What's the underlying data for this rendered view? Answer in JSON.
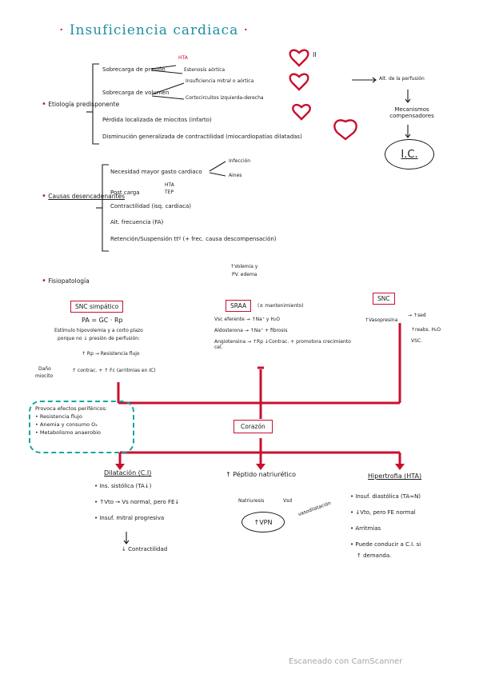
{
  "title": "Insuficiencia cardiaca",
  "etiologia": {
    "label": "Etiología predisponente",
    "items": [
      "Sobrecarga de presión",
      "Sobrecarga de volumen",
      "Pérdida localizada de miocitos (infarto)",
      "Disminución generalizada de contractilidad (miocardiopatías dilatadas)"
    ],
    "presion_sub": [
      "HTA",
      "Estenosis aórtica"
    ],
    "volumen_sub": [
      "Insuficiencia mitral o aórtica",
      "Cortocircuitos izquierda-derecha"
    ],
    "heart_mark": "II"
  },
  "right_chain": {
    "alt": "Alt. de la perfusión",
    "mecanismos": "Mecanismos compensadores",
    "ic": "I.C."
  },
  "causas": {
    "label": "Causas desencadenantes",
    "items": [
      "Necesidad mayor gasto cardiaco",
      "Post carga",
      "Contractilidad (isq. cardiaca)",
      "Alt. frecuencia (FA)",
      "Retención/Suspensión ttº (+ frec. causa descompensación)"
    ],
    "gasto_sub": [
      "Infección",
      "Aines"
    ],
    "postcarga_sub": [
      "HTA",
      "TEP"
    ]
  },
  "fisiopatologia": {
    "label": "Fisiopatología",
    "snc_simpatico": "SNC simpático",
    "pa_formula": "PA = GC · Rp",
    "snc_text": [
      "Estímulo hipovolemia y a corto plazo",
      "porque no ↓ presión de perfusión:",
      "↑ Rp → Resistencia flujo",
      "↑ contrac. + ↑ Fc (arritmias en IC)"
    ],
    "dano": [
      "Daño",
      "miocito"
    ],
    "sraa": "SRAA",
    "sraa_note": "(± mantenimiento)",
    "sraa_top": [
      "↑Volemia y",
      "PV. edema"
    ],
    "sraa_items": [
      "Vsc eferente → ↑Na⁺ y H₂O",
      "Aldosterona → ↑Na⁺ + fibrosis",
      "Angiotensina → ↑Rp ↓Contrac. + promotora crecimiento cel."
    ],
    "snc": "SNC",
    "snc_items": [
      "↑Vasopresina",
      "→ ↑sed",
      "↑reabs. H₂O",
      "VSC."
    ]
  },
  "efectos": {
    "title": "Provoca efectos periféricos:",
    "items": [
      "Resistencia flujo",
      "Anemia y consumo O₂",
      "Metabolismo anaerobio"
    ]
  },
  "corazon": "Corazón",
  "dilatacion": {
    "title": "Dilatación (C.I)",
    "items": [
      "Ins. sistólica (TA↓)",
      "↑Vto → Vs normal, pero FE↓",
      "Insuf. mitral progresiva",
      "↓ Contractilidad"
    ]
  },
  "peptido": {
    "title": "↑ Péptido natriurético",
    "left": "Natriuresis",
    "right": "Vsd",
    "right2": "vasodilatación",
    "oval": "↑VPN"
  },
  "hipertrofia": {
    "title": "Hipertrofia (HTA)",
    "items": [
      "Insuf. diastólica (TA≈N)",
      "↓Vto, pero FE normal",
      "Arritmias",
      "Puede conducir a C.I. si",
      "↑ demanda."
    ]
  },
  "footer": "Escaneado con CamScanner",
  "colors": {
    "red": "#c8102e",
    "teal": "#14a6a0",
    "title": "#1f8fa0"
  }
}
